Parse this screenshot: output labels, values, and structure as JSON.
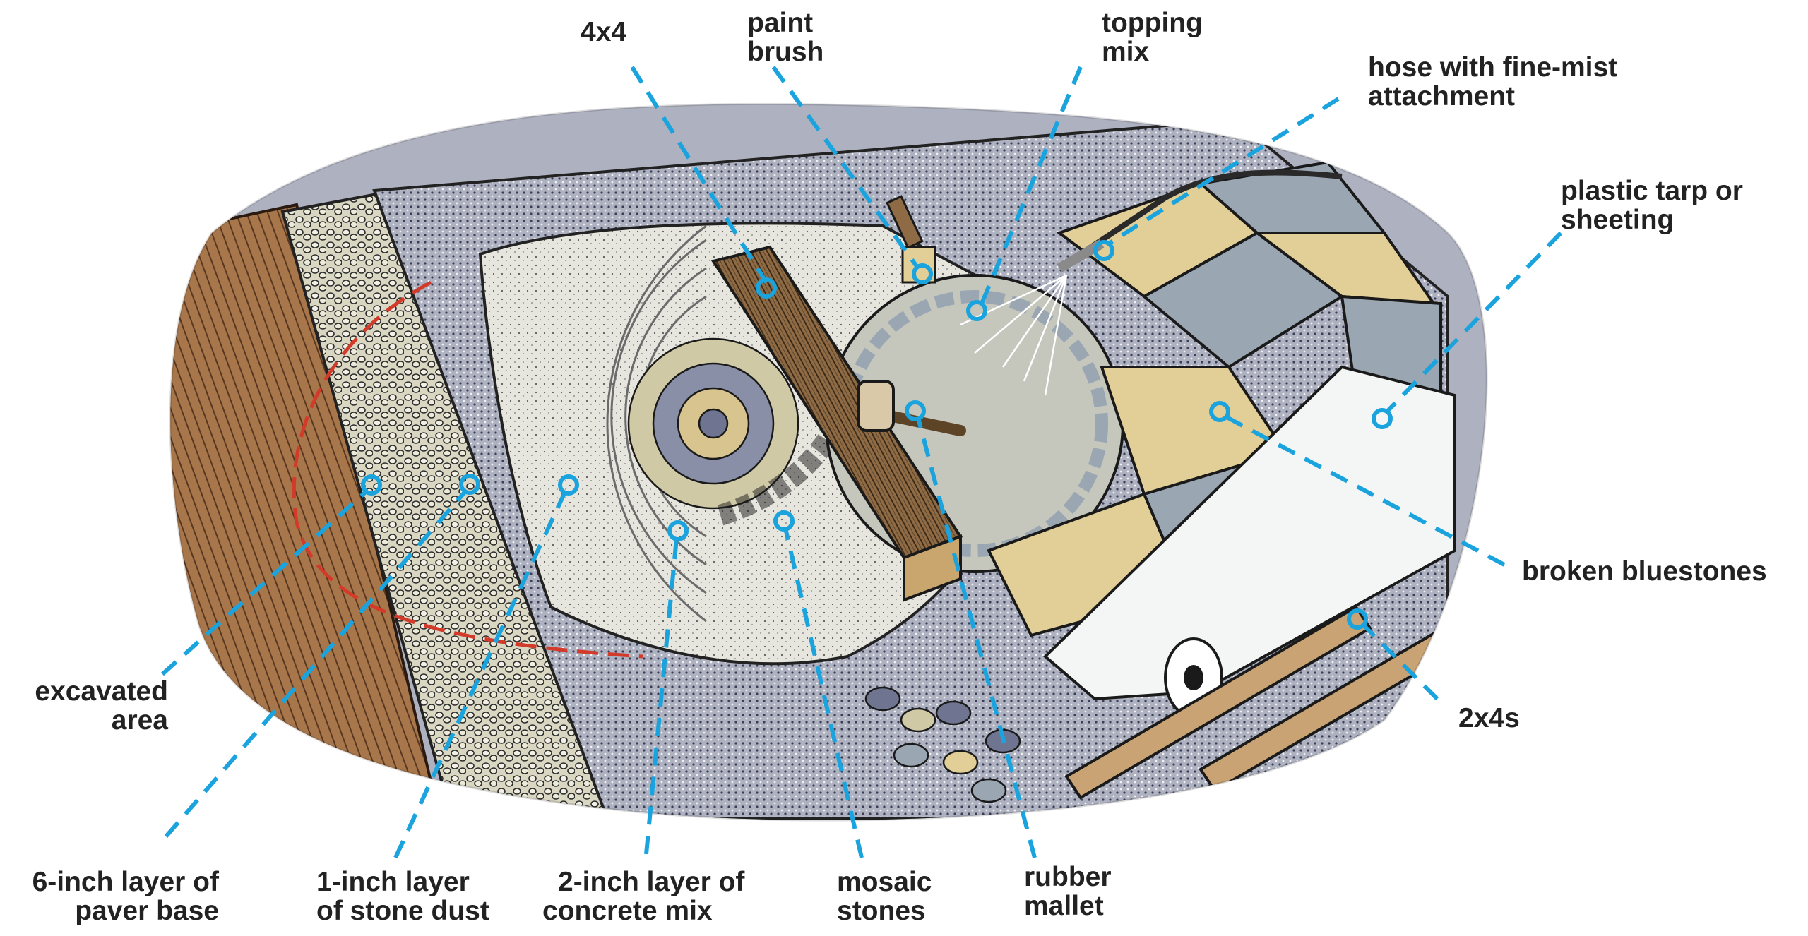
{
  "labels": {
    "four_by_four": "4x4",
    "paint_brush_1": "paint",
    "paint_brush_2": "brush",
    "topping_mix_1": "topping",
    "topping_mix_2": "mix",
    "hose_1": "hose with fine-mist",
    "hose_2": "attachment",
    "tarp_1": "plastic tarp or",
    "tarp_2": "sheeting",
    "broken_bluestones": "broken bluestones",
    "two_by_fours": "2x4s",
    "excavated_1": "excavated",
    "excavated_2": "area",
    "paver_1": "6-inch layer of",
    "paver_2": "paver base",
    "stone_dust_1": "1-inch layer",
    "stone_dust_2": "of stone dust",
    "concrete_1": "2-inch layer of",
    "concrete_2": "concrete mix",
    "mosaic_1": "mosaic",
    "mosaic_2": "stones",
    "mallet_1": "rubber",
    "mallet_2": "mallet"
  },
  "colors": {
    "leader": "#1aa3dd",
    "soil": "#8a5a33",
    "gravel": "#c9c7b5",
    "concrete": "#a9acb8",
    "stone_dust": "#e4e3dc",
    "bluestone_tan": "#e2cf98",
    "bluestone_blue": "#9aa6b2",
    "wood": "#8a6a45",
    "tarp": "#f4f6f6",
    "dig_line": "#d23b2a"
  }
}
